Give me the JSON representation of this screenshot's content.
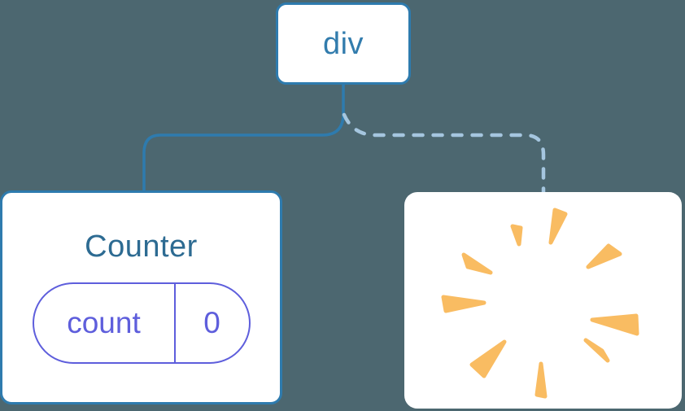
{
  "diagram": {
    "title": "react-render-tree-diagram",
    "root": {
      "label": "div"
    },
    "children": [
      {
        "type": "component",
        "label": "Counter",
        "connector": "solid",
        "state": {
          "key": "count",
          "value": "0"
        }
      },
      {
        "type": "removed-component",
        "icon": "poof-sparkle-icon",
        "connector": "dashed",
        "poof_ray_count": 9
      }
    ],
    "colors": {
      "background": "#4C6770",
      "node_fill": "#FFFFFF",
      "node_border_blue": "#2E7BAE",
      "solid_connector": "#2E7BAE",
      "dashed_connector": "#A5C6DF",
      "div_label_text": "#327CAD",
      "counter_label_text": "#2D6B92",
      "state_pill_purple": "#5E5EDC",
      "poof_orange": "#F9BC62"
    }
  }
}
